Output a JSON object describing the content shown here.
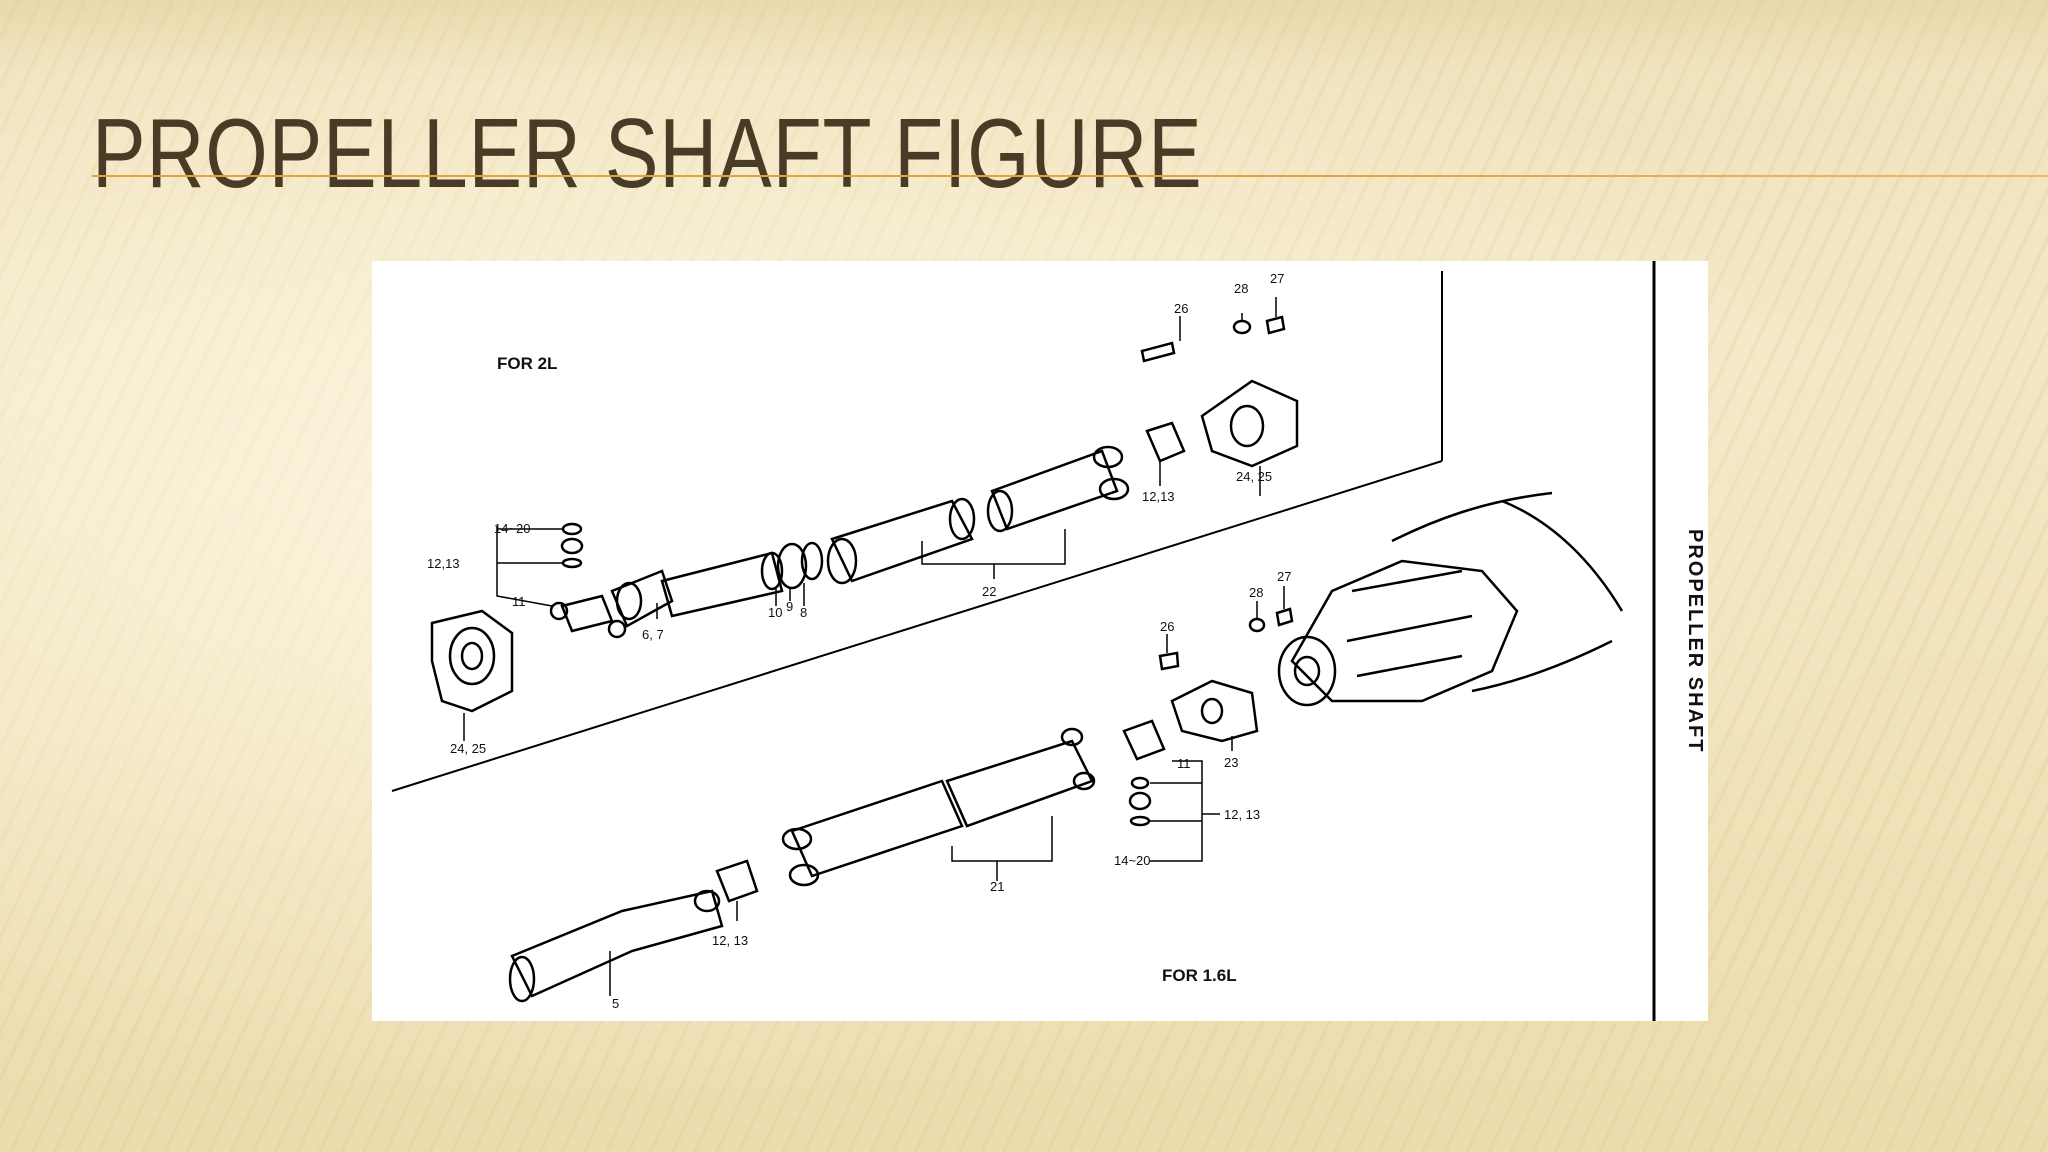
{
  "slide": {
    "title": "PROPELLER SHAFT FIGURE"
  },
  "figure": {
    "side_title": "PROPELLER SHAFT",
    "section_top": "FOR 2L",
    "section_bottom": "FOR 1.6L",
    "callouts_top": [
      "26",
      "28",
      "27",
      "24, 25",
      "12,13",
      "22",
      "14~20",
      "12,13",
      "11",
      "10",
      "9",
      "8",
      "6, 7",
      "24, 25"
    ],
    "callouts_bottom": [
      "28",
      "27",
      "26",
      "23",
      "11",
      "12, 13",
      "14~20",
      "21",
      "12, 13",
      "5"
    ]
  }
}
